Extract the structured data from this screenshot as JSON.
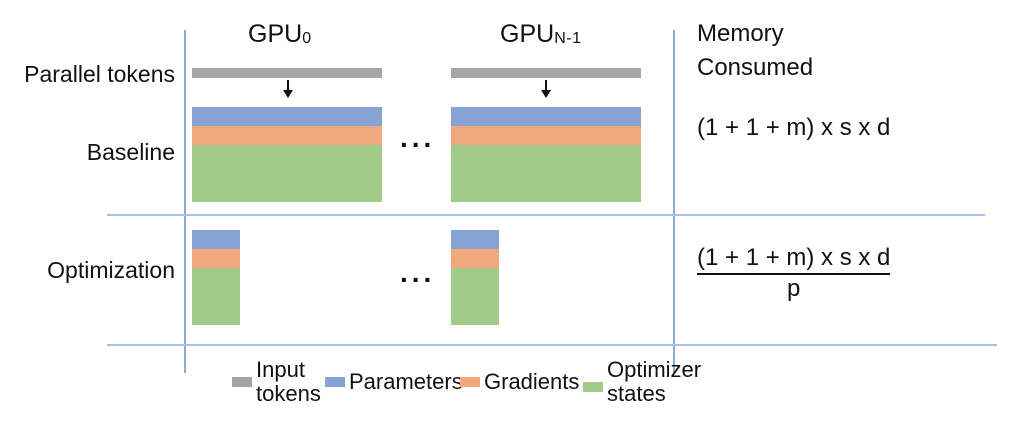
{
  "figure": {
    "columns": {
      "gpu_first": {
        "title": "GPU",
        "subscript": "0"
      },
      "gpu_last": {
        "title": "GPU",
        "subscript": "N-1"
      },
      "memory": {
        "title_line1": "Memory",
        "title_line2": "Consumed"
      }
    },
    "rows": {
      "parallel_tokens": "Parallel tokens",
      "baseline": "Baseline",
      "optimization": "Optimization"
    },
    "ellipsis": "...",
    "formulas": {
      "baseline": "(1 + 1 + m) x s x d",
      "optimization_numerator": "(1 + 1 + m) x s x d",
      "optimization_denominator": "p"
    },
    "colors": {
      "input_tokens": "#a5a5a5",
      "parameters": "#86a2d4",
      "gradients": "#f0a97d",
      "optimizer_states": "#a2ca88",
      "grid_lines": "#8eaadb"
    },
    "legend": [
      {
        "key": "input_tokens",
        "line1": "Input",
        "line2": "tokens"
      },
      {
        "key": "parameters",
        "line1": "Parameters",
        "line2": ""
      },
      {
        "key": "gradients",
        "line1": "Gradients",
        "line2": ""
      },
      {
        "key": "optimizer_states",
        "line1": "Optimizer",
        "line2": "states"
      }
    ]
  }
}
